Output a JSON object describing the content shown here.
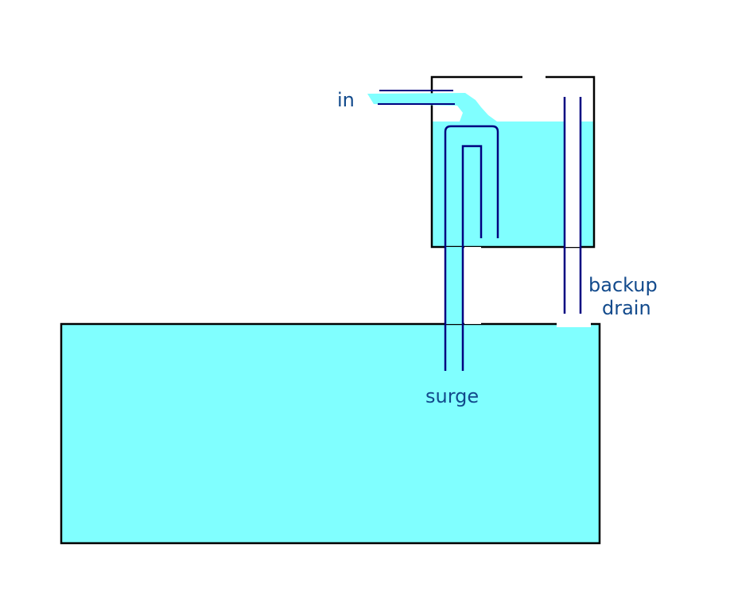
{
  "labels": {
    "inlet": "in",
    "backup_drain_line1": "backup",
    "backup_drain_line2": "drain",
    "surge": "surge"
  },
  "colors": {
    "water": "#80ffff",
    "outline": "#000000",
    "pipe": "#000080",
    "text": "#124a8c"
  }
}
